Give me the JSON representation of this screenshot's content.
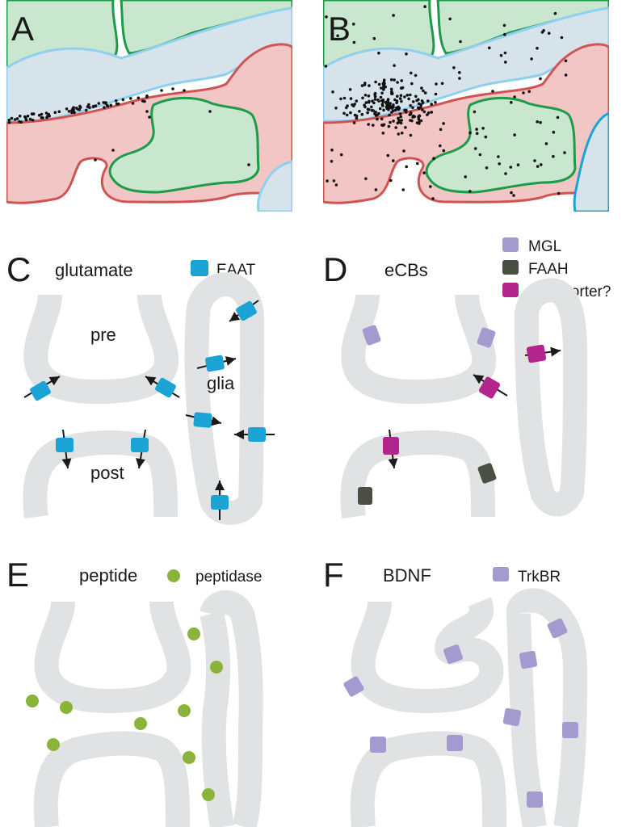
{
  "panels": {
    "A": {
      "letter": "A"
    },
    "B": {
      "letter": "B"
    },
    "C": {
      "letter": "C",
      "title": "glutamate",
      "legend": [
        {
          "label": "EAAT",
          "color": "#1ba3d6"
        }
      ],
      "labels": {
        "pre": "pre",
        "post": "post",
        "glia": "glia"
      }
    },
    "D": {
      "letter": "D",
      "title": "eCBs",
      "legend": [
        {
          "label": "MGL",
          "color": "#a39bd0"
        },
        {
          "label": "FAAH",
          "color": "#4a4e43"
        },
        {
          "label": "transporter?",
          "color": "#b1258c"
        }
      ]
    },
    "E": {
      "letter": "E",
      "title": "peptide",
      "legend": [
        {
          "label": "peptidase",
          "color": "#8ab33a"
        }
      ]
    },
    "F": {
      "letter": "F",
      "title": "BDNF",
      "legend": [
        {
          "label": "TrkBR",
          "color": "#a39bd0"
        }
      ]
    }
  },
  "colors": {
    "membrane": "#e1e2e3",
    "glia_fill": "#d7e3ea",
    "glia_edge": "#8fd0ee",
    "pre_fill": "#f2c6c4",
    "pre_edge": "#cf5454",
    "post_fill": "#c9e6cf",
    "post_edge": "#1d9a4a",
    "dots": "#111111",
    "arrow": "#1a1a1a"
  }
}
